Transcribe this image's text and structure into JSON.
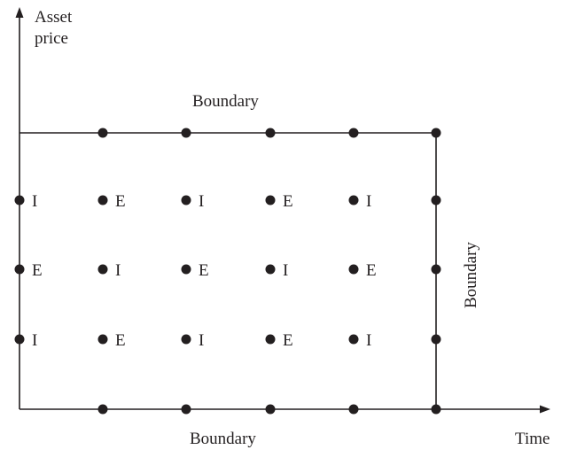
{
  "axes": {
    "y_label_line1": "Asset",
    "y_label_line2": "price",
    "x_label": "Time"
  },
  "boundaries": {
    "top": "Boundary",
    "bottom": "Boundary",
    "right": "Boundary"
  },
  "grid": {
    "interior_labels": [
      [
        "I",
        "E",
        "I",
        "E",
        "I"
      ],
      [
        "E",
        "I",
        "E",
        "I",
        "E"
      ],
      [
        "I",
        "E",
        "I",
        "E",
        "I"
      ]
    ]
  },
  "colors": {
    "ink": "#231f20",
    "background": "#ffffff"
  }
}
